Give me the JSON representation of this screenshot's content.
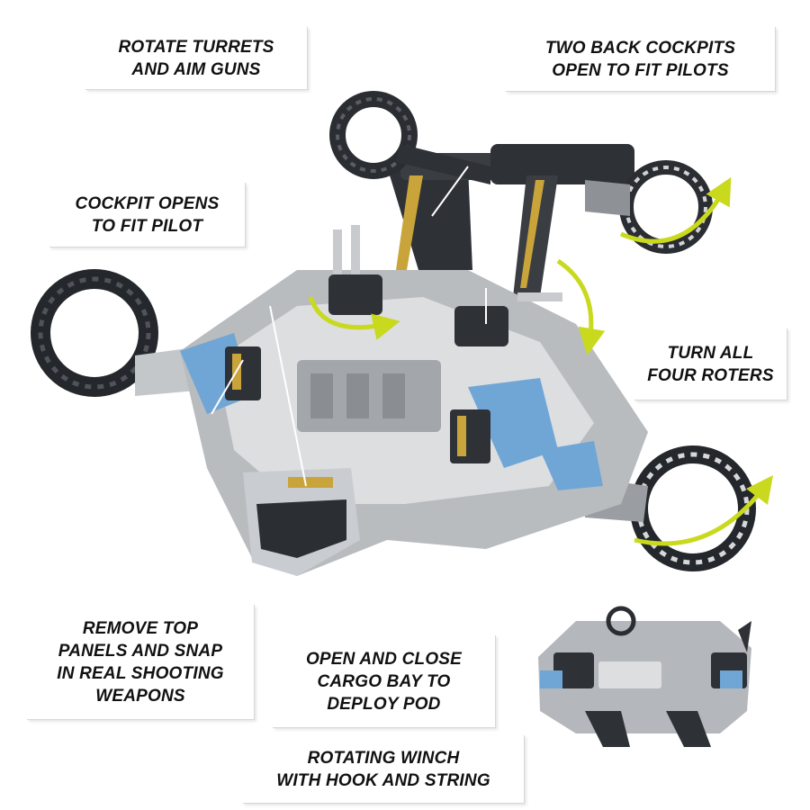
{
  "colors": {
    "arrow": "#c8d91e",
    "hull_gray": "#b9bcbf",
    "hull_light": "#dcdee0",
    "hull_dark": "#2e3136",
    "accent_blue": "#6fa6d6",
    "accent_gold": "#c9a43a"
  },
  "callouts": {
    "rotate_turrets": "ROTATE TURRETS\nAND AIM GUNS",
    "back_cockpits": "TWO BACK COCKPITS\nOPEN TO FIT PILOTS",
    "cockpit_opens": "COCKPIT OPENS\nTO FIT PILOT",
    "turn_rotors": "TURN ALL\nFOUR ROTERS",
    "remove_panels": "REMOVE  TOP\nPANELS AND SNAP\nIN REAL SHOOTING\nWEAPONS",
    "cargo_bay": "OPEN AND CLOSE\nCARGO BAY TO\nDEPLOY POD",
    "winch": "ROTATING WINCH\nWITH HOOK AND STRING"
  },
  "product_image": {
    "main_icon": "toy-ship-main-view",
    "inset_icon": "toy-ship-rear-view",
    "arrow_icon": "rotation-arrow-icon"
  }
}
